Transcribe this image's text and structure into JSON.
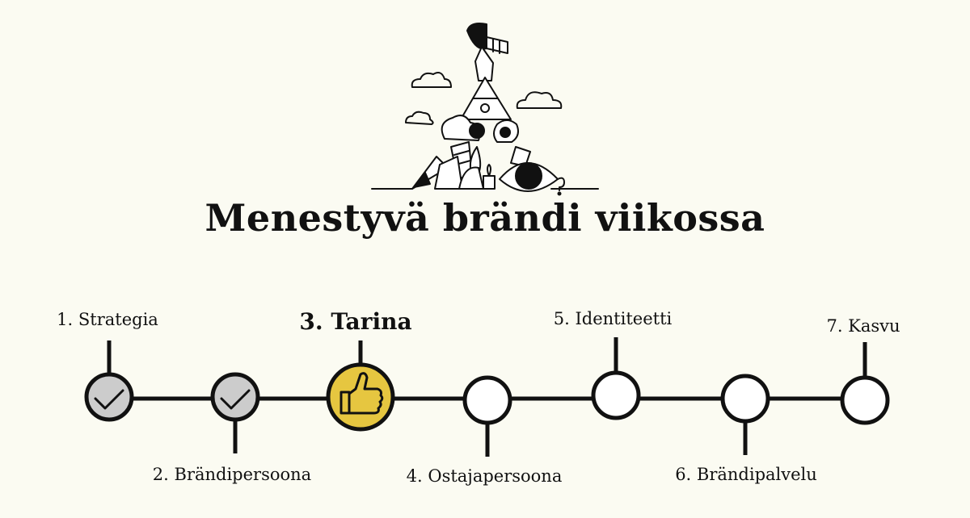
{
  "title": "Menestyvä brändi viikossa",
  "colors": {
    "completed": "#cccccc",
    "current": "#e6c640",
    "upcoming": "#ffffff",
    "line": "#111111"
  },
  "steps": [
    {
      "label": "1. Strategia",
      "status": "completed",
      "icon": "check-icon",
      "label_side": "top"
    },
    {
      "label": "2. Brändipersoona",
      "status": "completed",
      "icon": "check-icon",
      "label_side": "bottom"
    },
    {
      "label": "3. Tarina",
      "status": "current",
      "icon": "thumbs-up-icon",
      "label_side": "top"
    },
    {
      "label": "4. Ostajapersoona",
      "status": "upcoming",
      "icon": "",
      "label_side": "bottom"
    },
    {
      "label": "5. Identiteetti",
      "status": "upcoming",
      "icon": "",
      "label_side": "top"
    },
    {
      "label": "6. Brändipalvelu",
      "status": "upcoming",
      "icon": "",
      "label_side": "bottom"
    },
    {
      "label": "7. Kasvu",
      "status": "upcoming",
      "icon": "",
      "label_side": "top"
    }
  ]
}
